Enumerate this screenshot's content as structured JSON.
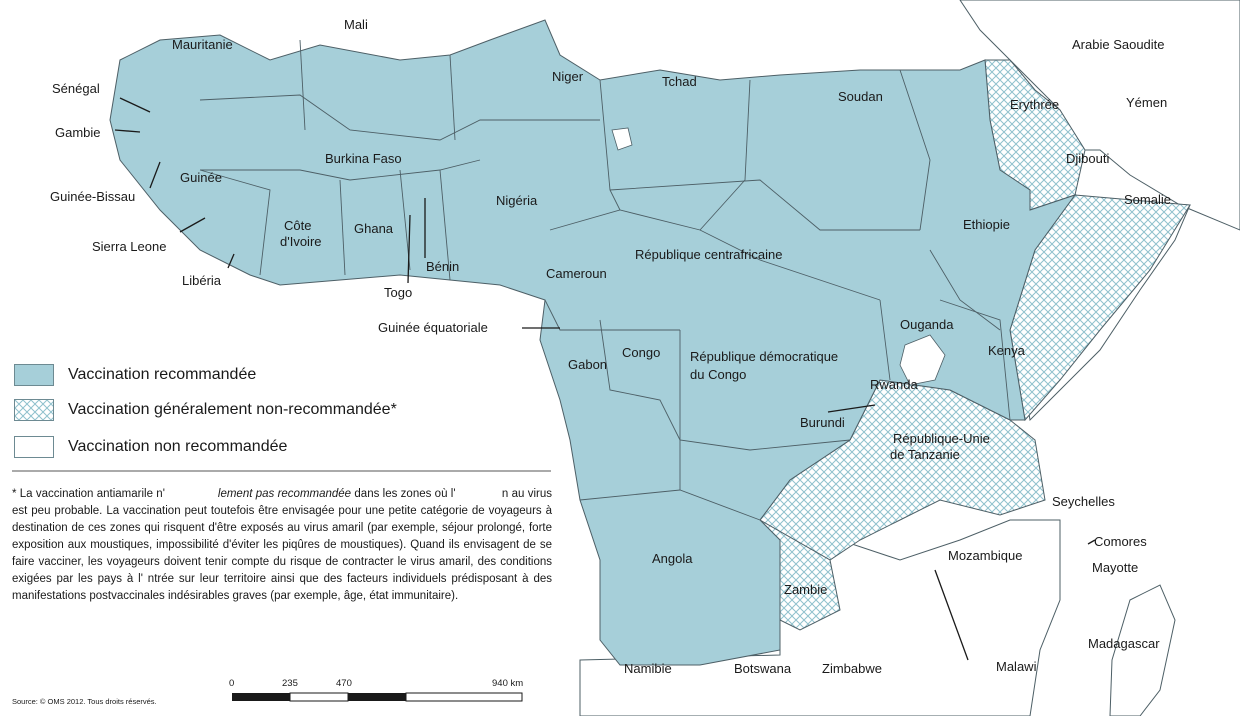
{
  "colors": {
    "recommended": "#a6cfd9",
    "hatch": "#a6cfd9",
    "border": "#4d5f66",
    "sea": "#ffffff",
    "other_land": "#ffffff"
  },
  "countries": {
    "mauritanie": "Mauritanie",
    "mali": "Mali",
    "niger": "Niger",
    "tchad": "Tchad",
    "soudan": "Soudan",
    "erythree": "Erythrée",
    "arabie": "Arabie Saoudite",
    "yemen": "Yémen",
    "djibouti": "Djibouti",
    "somalie": "Somalie",
    "senegal": "Sénégal",
    "gambie": "Gambie",
    "guinee_bissau": "Guinée-Bissau",
    "guinee": "Guinée",
    "sierra_leone": "Sierra Leone",
    "liberia": "Libéria",
    "cote_divoire_1": "Côte",
    "cote_divoire_2": "d'Ivoire",
    "ghana": "Ghana",
    "burkina": "Burkina Faso",
    "togo": "Togo",
    "benin": "Bénin",
    "nigeria": "Nigéria",
    "cameroun": "Cameroun",
    "rca": "République centrafricaine",
    "ethiopie": "Ethiopie",
    "guinee_eq": "Guinée équatoriale",
    "gabon": "Gabon",
    "congo": "Congo",
    "rdc_1": "République démocratique",
    "rdc_2": "du Congo",
    "ouganda": "Ouganda",
    "kenya": "Kenya",
    "rwanda": "Rwanda",
    "burundi": "Burundi",
    "tanzanie_1": "République-Unie",
    "tanzanie_2": "de Tanzanie",
    "seychelles": "Seychelles",
    "comores": "Comores",
    "mayotte": "Mayotte",
    "angola": "Angola",
    "zambie": "Zambie",
    "mozambique": "Mozambique",
    "malawi": "Malawi",
    "madagascar": "Madagascar",
    "namibie": "Namibie",
    "botswana": "Botswana",
    "zimbabwe": "Zimbabwe"
  },
  "legend": {
    "recommended": "Vaccination recommandée",
    "generally_not": "Vaccination généralement non-recommandée*",
    "not_recommended": "Vaccination non recommandée"
  },
  "footnote": {
    "p1_prefix": "* La vaccination antiamarile n'",
    "p1_italic": "lement pas recommandée",
    "p1_rest": "dans les zones où l'",
    "p2": "n au virus est peu probable. La vaccination peut toutefois être envisagée pour une petite catégorie de voyageurs à destination de ces zones qui risquent d'être exposés au virus amaril (par exemple, séjour prolongé, forte exposition aux moustiques, impossibilité d'éviter les piqûres de moustiques). Quand ils envisagent de se faire vacciner, les voyageurs doivent tenir compte du risque de contracter le virus amaril, des conditions exigées par les pays à l'",
    "p3": "ntrée sur leur territoire ainsi que des facteurs individuels prédisposant à des manifestations postvaccinales indésirables graves (par exemple, âge, état immunitaire)."
  },
  "source": "Source: © OMS 2012. Tous droits réservés.",
  "scale": {
    "t0": "0",
    "t1": "235",
    "t2": "470",
    "t3": "940 km"
  }
}
